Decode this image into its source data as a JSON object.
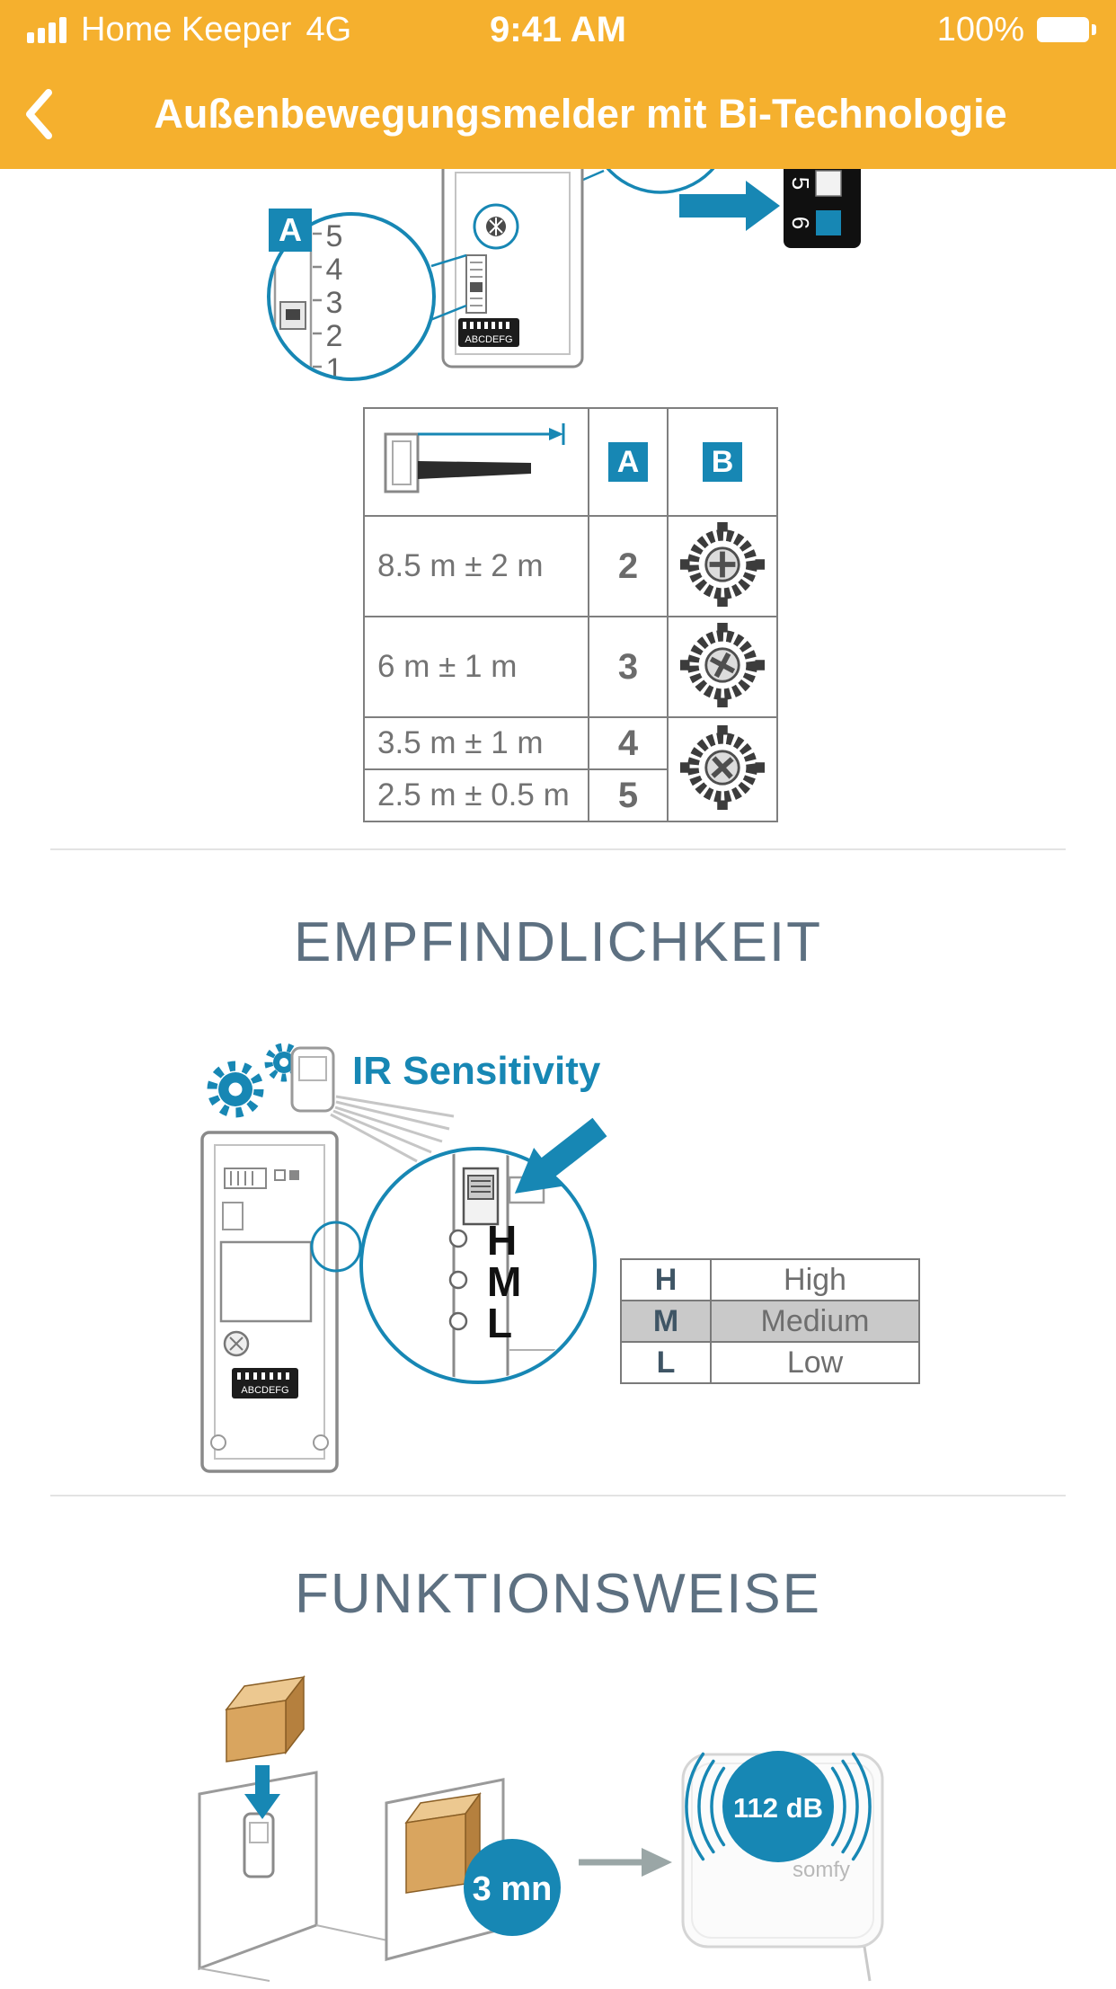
{
  "status_bar": {
    "carrier": "Home Keeper",
    "network": "4G",
    "time": "9:41 AM",
    "battery_percent": "100%",
    "signal_icon": "signal-bars-icon",
    "battery_icon": "battery-full-icon"
  },
  "nav_bar": {
    "title": "Außenbewegungsmelder mit Bi-Technologie",
    "back_icon": "chevron-left-icon"
  },
  "adjustment_diagram": {
    "callout_label": "A",
    "dip_scale": [
      "5",
      "4",
      "3",
      "2",
      "1"
    ],
    "switch_block": {
      "numbers": [
        "5",
        "6"
      ]
    },
    "pcb_label": "ABCDEFG"
  },
  "range_table": {
    "col_a_label": "A",
    "col_b_label": "B",
    "rows": [
      {
        "range": "8.5 m ± 2 m",
        "position": "2",
        "icon": "potentiometer-dial"
      },
      {
        "range": "6 m ± 1 m",
        "position": "3",
        "icon": "potentiometer-dial"
      },
      {
        "range": "3.5 m ± 1 m",
        "position": "4",
        "icon": "potentiometer-dial"
      },
      {
        "range": "2.5 m ± 0.5 m",
        "position": "5",
        "icon": "potentiometer-dial"
      }
    ]
  },
  "sensitivity_section": {
    "heading": "EMPFINDLICHKEIT",
    "diagram_label": "IR Sensitivity",
    "slider_letters": [
      "H",
      "M",
      "L"
    ],
    "pcb_label": "ABCDEFG",
    "levels": [
      {
        "key": "H",
        "label": "High",
        "highlighted": false
      },
      {
        "key": "M",
        "label": "Medium",
        "highlighted": true
      },
      {
        "key": "L",
        "label": "Low",
        "highlighted": false
      }
    ]
  },
  "function_section": {
    "heading": "FUNKTIONSWEISE",
    "timer_label": "3 mn",
    "siren_level": "112 dB",
    "brand": "somfy"
  },
  "colors": {
    "header_bg": "#F5B02E",
    "accent_blue": "#1787B4",
    "heading_text": "#5D7081"
  }
}
